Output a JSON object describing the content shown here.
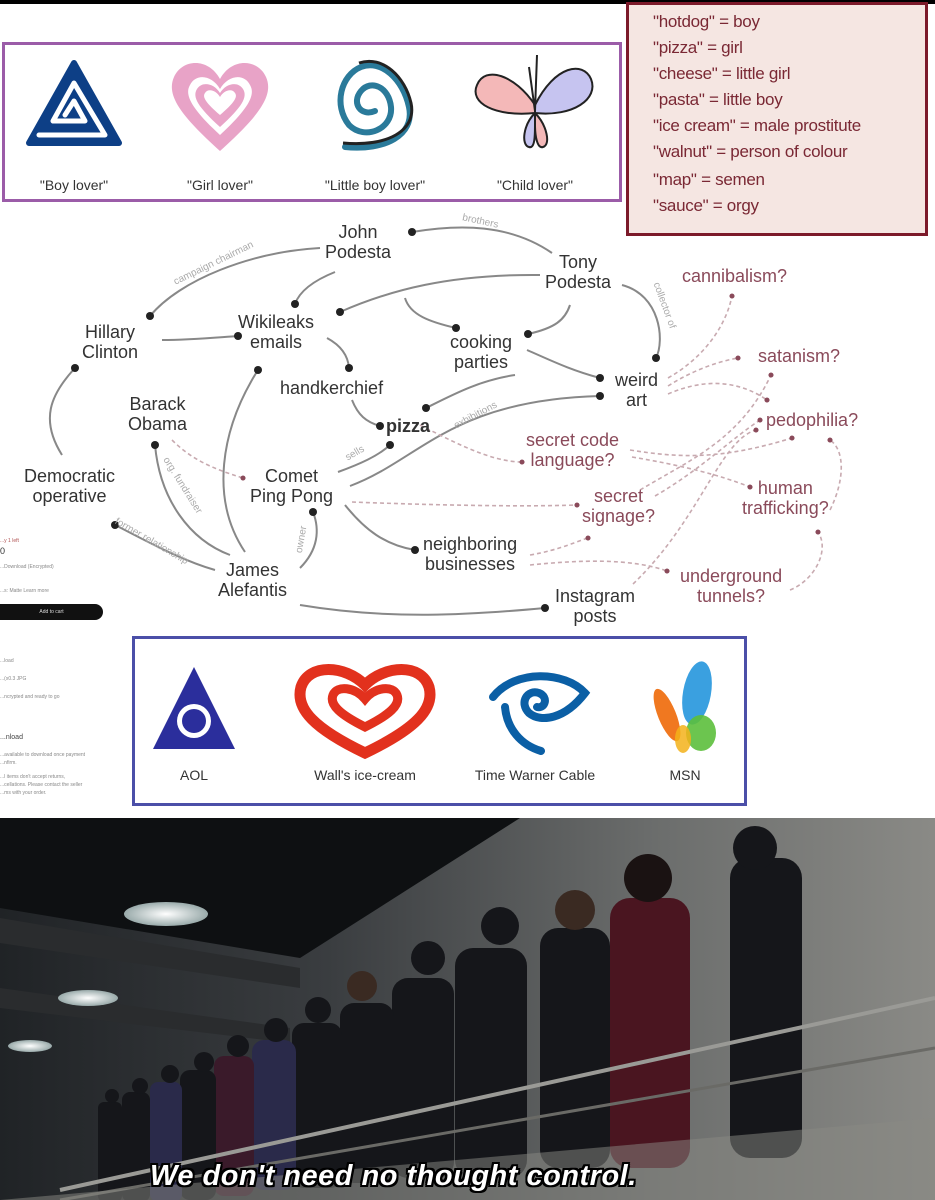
{
  "symbols_panel": {
    "items": [
      {
        "icon": "spiral-triangle-icon",
        "label": "\"Boy lover\"",
        "color": "#0d3f86"
      },
      {
        "icon": "double-heart-icon",
        "label": "\"Girl lover\"",
        "color": "#e8a3c7"
      },
      {
        "icon": "spiral-heart-icon",
        "label": "\"Little boy lover\"",
        "color": "#2a7a9a"
      },
      {
        "icon": "butterfly-icon",
        "label": "\"Child lover\"",
        "color": "#f4b8b8"
      }
    ],
    "border_color": "#9b5ca8"
  },
  "code_legend": {
    "entries": [
      "\"hotdog\" = boy",
      "\"pizza\" = girl",
      "\"cheese\" = little girl",
      "\"pasta\" = little boy",
      "\"ice cream\" = male prostitute",
      "\"walnut\" = person of colour",
      "\"map\" = semen",
      "\"sauce\" = orgy"
    ],
    "border_color": "#7c1a2a",
    "background": "#f5e6e2"
  },
  "graph": {
    "nodes": {
      "john_podesta": "John\nPodesta",
      "tony_podesta": "Tony\nPodesta",
      "hillary_clinton": "Hillary\nClinton",
      "wikileaks_emails": "Wikileaks\nemails",
      "cooking_parties": "cooking\nparties",
      "handkerchief": "handkerchief",
      "weird_art": "weird\nart",
      "barack_obama": "Barack\nObama",
      "pizza": "pizza",
      "democratic_operative": "Democratic\noperative",
      "comet_ping_pong": "Comet\nPing Pong",
      "james_alefantis": "James\nAlefantis",
      "neighboring_businesses": "neighboring\nbusinesses",
      "instagram_posts": "Instagram\nposts",
      "cannibalism": "cannibalism?",
      "satanism": "satanism?",
      "pedophilia": "pedophilia?",
      "secret_code_language": "secret code\nlanguage?",
      "human_trafficking": "human\ntrafficking?",
      "secret_signage": "secret\nsignage?",
      "underground_tunnels": "underground\ntunnels?"
    },
    "edge_labels": {
      "campaign_chairman": "campaign chairman",
      "brothers": "brothers",
      "collector_of": "collector of",
      "exhibitions": "exhibitions",
      "sells": "sells",
      "org_fundraiser": "org. fundraiser",
      "former_relationship": "former relationship",
      "owner": "owner"
    },
    "fact_color": "#333333",
    "speculation_color": "#8a4a5a"
  },
  "sidebar_fragment": {
    "lines": [
      "...y 1 left",
      "0",
      "...Download (Encrypted)",
      "...s: Matte  Learn more",
      "...load",
      "...(x0.3 JPG",
      "...ncrypted and ready to go",
      "...nload",
      "...available to download once payment",
      "...nfirm.",
      "...l items don't accept returns,",
      "...cellations. Please contact the seller",
      "...ms with your order."
    ],
    "add_to_cart": "Add to cart"
  },
  "brands_panel": {
    "items": [
      {
        "icon": "aol-logo-icon",
        "label": "AOL",
        "color": "#2b2e9c"
      },
      {
        "icon": "walls-heart-logo-icon",
        "label": "Wall's ice-cream",
        "color": "#e2311d"
      },
      {
        "icon": "time-warner-eye-logo-icon",
        "label": "Time Warner Cable",
        "color": "#0b5fa5"
      },
      {
        "icon": "msn-butterfly-logo-icon",
        "label": "MSN",
        "color": "#3aa0e0"
      }
    ],
    "border_color": "#4b4fa8"
  },
  "film_still": {
    "subtitle": "We don't need no thought control."
  }
}
